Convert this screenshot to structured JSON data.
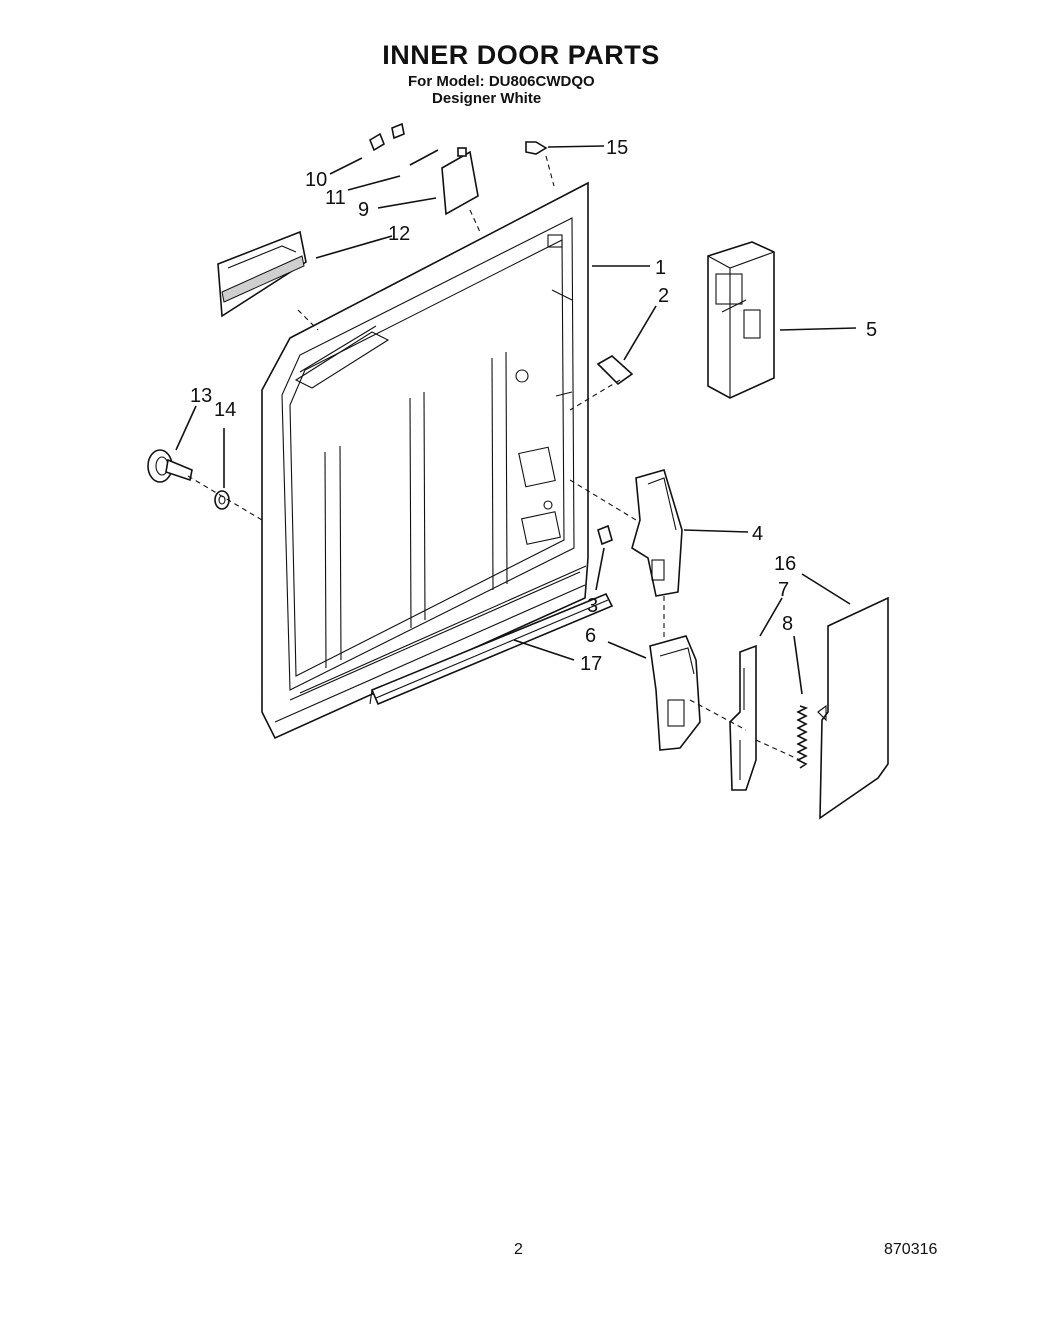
{
  "header": {
    "title": "INNER DOOR PARTS",
    "model_line": "For Model: DU806CWDQO",
    "color_line": "Designer White"
  },
  "callouts": [
    "1",
    "2",
    "3",
    "4",
    "5",
    "6",
    "7",
    "8",
    "9",
    "10",
    "11",
    "12",
    "13",
    "14",
    "15",
    "16",
    "17"
  ],
  "footer": {
    "page_number": "2",
    "doc_code": "870316"
  }
}
